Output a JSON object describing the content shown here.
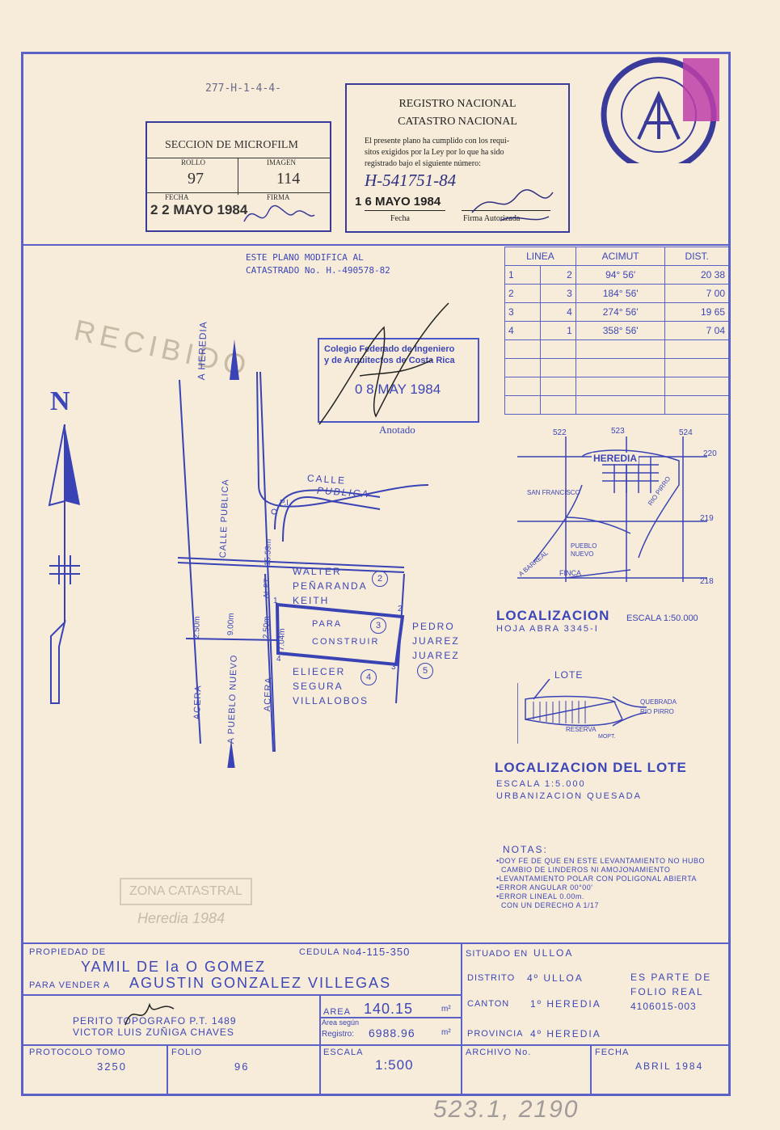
{
  "top_ref": "277-H-1-4-4-",
  "microfilm": {
    "title": "SECCION DE MICROFILM",
    "rollo_label": "ROLLO",
    "imagen_label": "IMAGEN",
    "rollo": "97",
    "imagen": "114",
    "fecha_label": "FECHA",
    "firma_label": "FIRMA",
    "fecha": "2 2 MAYO 1984"
  },
  "registro": {
    "title1": "REGISTRO NACIONAL",
    "title2": "CATASTRO NACIONAL",
    "text1": "El presente plano ha cumplido con los requi-",
    "text2": "sitos exigidos por la Ley por lo que ha sido",
    "text3": "registrado bajo el siguiente número:",
    "numero": "H-541751-84",
    "fecha": "1 6 MAYO 1984",
    "fecha_label": "Fecha",
    "firma_label": "Firma Autorizada"
  },
  "modifica": {
    "line1": "ESTE PLANO MODIFICA AL",
    "line2": "CATASTRADO No. H.-490578-82"
  },
  "colegio": {
    "line1": "Colegio Federado de Ingeniero",
    "line2": "y de Arquitectos de Costa Rica",
    "fecha": "0 8 MAY 1984",
    "anotado": "Anotado"
  },
  "azimut_table": {
    "headers": [
      "LINEA",
      "ACIMUT",
      "DIST."
    ],
    "rows": [
      [
        "1",
        "2",
        "94° 56'",
        "20 38"
      ],
      [
        "2",
        "3",
        "184° 56'",
        "7 00"
      ],
      [
        "3",
        "4",
        "274° 56'",
        "19 65"
      ],
      [
        "4",
        "1",
        "358° 56'",
        "7 04"
      ]
    ]
  },
  "north": "N",
  "streets": {
    "heredia": "A HEREDIA",
    "calle_publica_v": "CALLE PUBLICA",
    "calle": "CALLE",
    "publica": "PUBLICA",
    "pi": "P.I.",
    "d1559": "15.59m",
    "alpt": "AL PT.",
    "pueblo_nuevo": "A PUEBLO NUEVO",
    "acera1": "ACERA",
    "acera2": "ACERA",
    "d250a": "2.50m",
    "d900": "9.00m",
    "d250b": "2.50m",
    "d704": "7.04m"
  },
  "lot": {
    "para": "PARA",
    "construir": "CONSTRUIR",
    "n3": "3"
  },
  "neighbors": [
    {
      "name1": "WALTER",
      "name2": "PEÑARANDA",
      "name3": "KEITH",
      "num": "2"
    },
    {
      "name1": "PEDRO",
      "name2": "JUAREZ",
      "name3": "JUAREZ",
      "num": "5"
    },
    {
      "name1": "ELIECER",
      "name2": "SEGURA",
      "name3": "VILLALOBOS",
      "num": "4"
    }
  ],
  "vertices": [
    "1",
    "2",
    "3",
    "4"
  ],
  "locmap": {
    "t1": "522",
    "t2": "523",
    "t3": "524",
    "r1": "220",
    "r2": "219",
    "r3": "218",
    "heredia": "HEREDIA",
    "sanfrancisco": "SAN FRANCISCO",
    "pueblonuevo1": "PUEBLO",
    "pueblonuevo2": "NUEVO",
    "barreal": "A BARREAL",
    "finca": "FINCA",
    "rio": "RIO PIRRO"
  },
  "localizacion": {
    "title": "LOCALIZACION",
    "escala": "ESCALA 1:50.000",
    "hoja": "HOJA ABRA 3345-I"
  },
  "lote_map": {
    "lote": "LOTE",
    "quebrada": "QUEBRADA",
    "rio": "RIO PIRRO",
    "reserva": "RESERVA",
    "mopt": "MOPT."
  },
  "loc_lote": {
    "title": "LOCALIZACION DEL LOTE",
    "escala": "ESCALA 1:5.000",
    "urb": "URBANIZACION QUESADA"
  },
  "notas": {
    "title": "NOTAS:",
    "items": [
      "•DOY FE DE QUE EN ESTE LEVANTAMIENTO NO HUBO",
      "CAMBIO DE LINDEROS NI AMOJONAMIENTO",
      "•LEVANTAMIENTO POLAR CON POLIGONAL ABIERTA",
      "•ERROR ANGULAR 00°00'",
      "•ERROR LINEAL 0.00m.",
      "CON UN DERECHO A 1/17"
    ]
  },
  "info": {
    "propiedad_label": "PROPIEDAD DE",
    "cedula_label": "CEDULA No.",
    "cedula": "4-115-350",
    "owner": "YAMIL DE la O GOMEZ",
    "para_vender": "PARA VENDER A",
    "buyer": "AGUSTIN GONZALEZ VILLEGAS",
    "perito": "PERITO TOPOGRAFO P.T. 1489",
    "perito_name": "VICTOR LUIS ZUÑIGA CHAVES",
    "area_label": "AREA",
    "area": "140.15",
    "m2": "m²",
    "area_segun": "Area según",
    "registro_label": "Registro:",
    "area_reg": "6988.96",
    "situado_label": "SITUADO EN",
    "situado": "ULLOA",
    "distrito_label": "DISTRITO",
    "distrito": "4º ULLOA",
    "canton_label": "CANTON",
    "canton": "1º HEREDIA",
    "provincia_label": "PROVINCIA",
    "provincia": "4º HEREDIA",
    "parte1": "ES PARTE DE",
    "parte2": "FOLIO REAL",
    "parte3": "4106015-003",
    "protocolo_label": "PROTOCOLO TOMO",
    "protocolo": "3250",
    "folio_label": "FOLIO",
    "folio": "96",
    "escala_label": "ESCALA",
    "escala": "1:500",
    "archivo_label": "ARCHIVO No.",
    "fecha_label": "FECHA",
    "fecha": "ABRIL 1984"
  },
  "bottom_hand": "523.1, 2190",
  "ghost": {
    "recibido": "RECIBIDO",
    "catastral": "ZONA CATASTRAL",
    "fecha": "Heredia 1984"
  },
  "colors": {
    "ink": "#3a43b5",
    "stamp": "#3a3a9a",
    "paper": "#f6ecd9",
    "seal": "#c040a8"
  }
}
